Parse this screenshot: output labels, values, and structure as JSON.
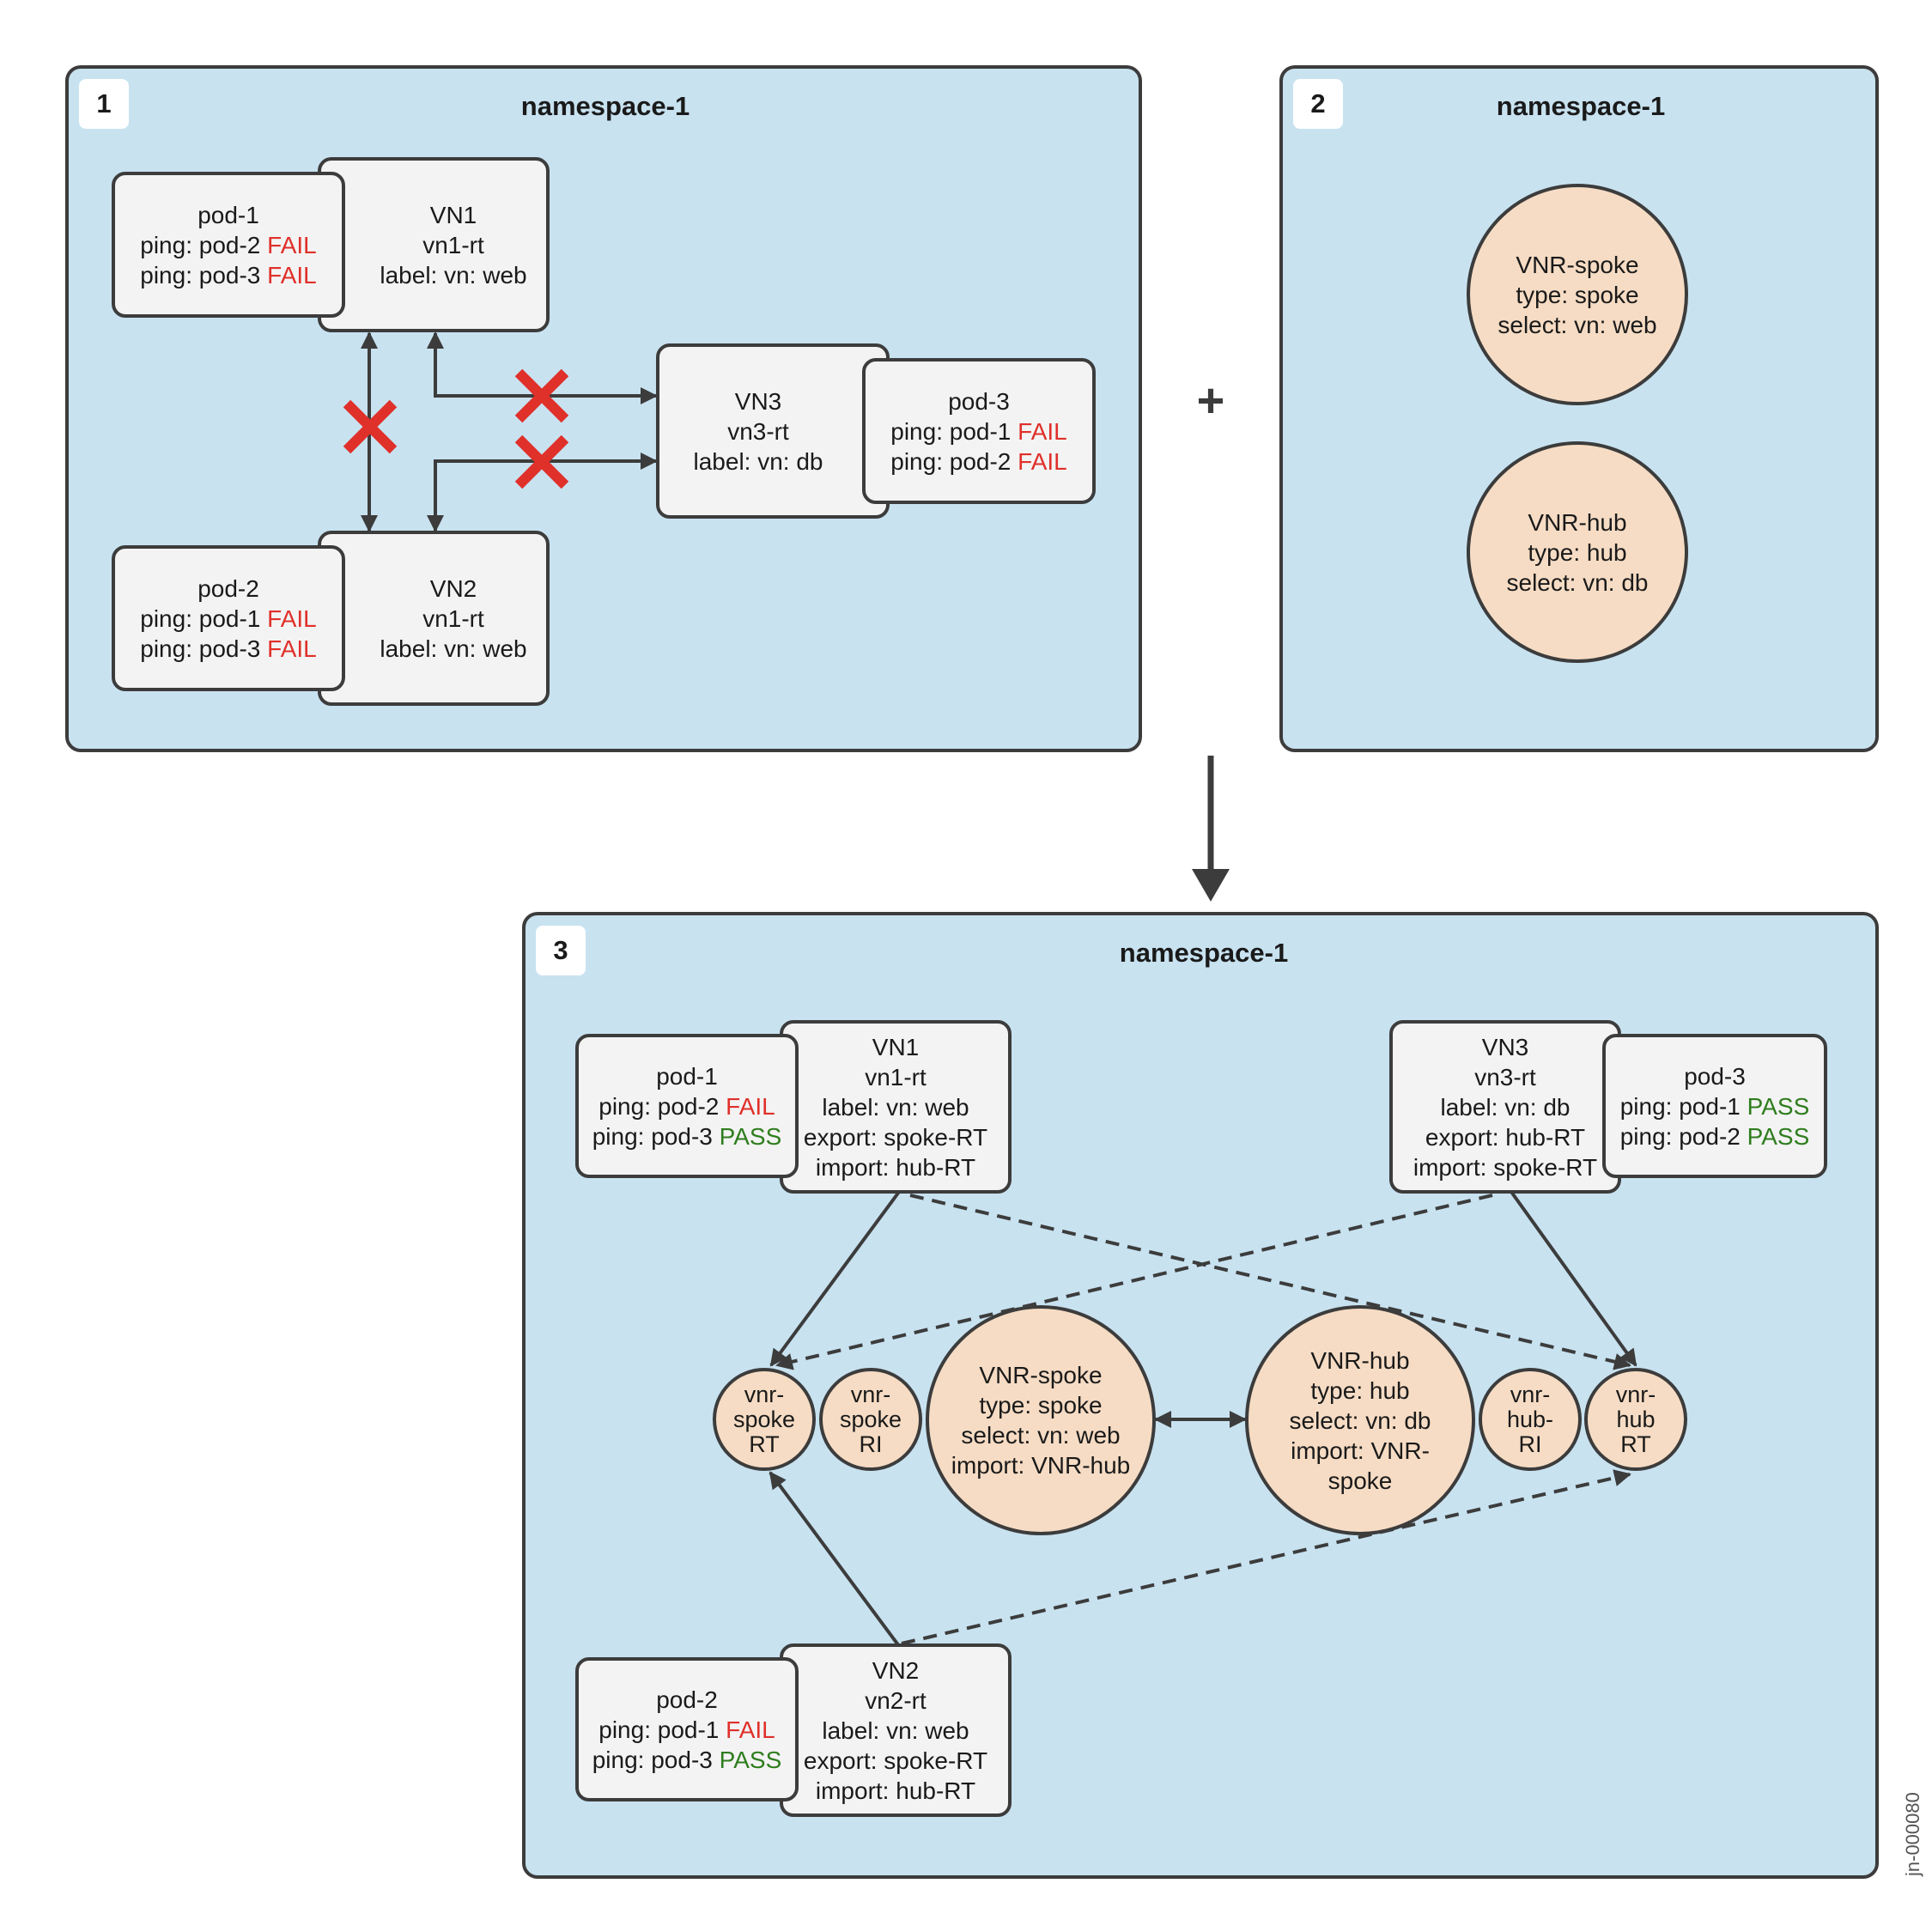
{
  "panels": [
    {
      "number": "1",
      "title": "namespace-1"
    },
    {
      "number": "2",
      "title": "namespace-1"
    },
    {
      "number": "3",
      "title": "namespace-1"
    }
  ],
  "panel1": {
    "pod1": {
      "title": "pod-1",
      "line1": "ping: pod-2 ",
      "status1": "FAIL",
      "line2": "ping: pod-3 ",
      "status2": "FAIL"
    },
    "pod2": {
      "title": "pod-2",
      "line1": "ping: pod-1 ",
      "status1": "FAIL",
      "line2": "ping: pod-3 ",
      "status2": "FAIL"
    },
    "pod3": {
      "title": "pod-3",
      "line1": "ping: pod-1 ",
      "status1": "FAIL",
      "line2": "ping: pod-2 ",
      "status2": "FAIL"
    },
    "vn1": {
      "name": "VN1",
      "rt": "vn1-rt",
      "label": "label: vn: web"
    },
    "vn2": {
      "name": "VN2",
      "rt": "vn1-rt",
      "label": "label: vn: web"
    },
    "vn3": {
      "name": "VN3",
      "rt": "vn3-rt",
      "label": "label: vn: db"
    }
  },
  "plus_sign": "+",
  "panel2": {
    "vnr_spoke": {
      "name": "VNR-spoke",
      "type": "type: spoke",
      "select": "select: vn: web"
    },
    "vnr_hub": {
      "name": "VNR-hub",
      "type": "type: hub",
      "select": "select: vn: db"
    }
  },
  "panel3": {
    "pod1": {
      "title": "pod-1",
      "line1": "ping: pod-2 ",
      "status1": "FAIL",
      "line2": "ping: pod-3 ",
      "status2": "PASS"
    },
    "pod2": {
      "title": "pod-2",
      "line1": "ping: pod-1 ",
      "status1": "FAIL",
      "line2": "ping: pod-3 ",
      "status2": "PASS"
    },
    "pod3": {
      "title": "pod-3",
      "line1": "ping: pod-1 ",
      "status1": "PASS",
      "line2": "ping: pod-2 ",
      "status2": "PASS"
    },
    "vn1": {
      "name": "VN1",
      "rt": "vn1-rt",
      "label": "label: vn: web",
      "export": "export: spoke-RT",
      "import": "import: hub-RT"
    },
    "vn2": {
      "name": "VN2",
      "rt": "vn2-rt",
      "label": "label: vn: web",
      "export": "export: spoke-RT",
      "import": "import: hub-RT"
    },
    "vn3": {
      "name": "VN3",
      "rt": "vn3-rt",
      "label": "label: vn: db",
      "export": "export: hub-RT",
      "import": "import: spoke-RT"
    },
    "vnr_spoke_rt": {
      "l1": "vnr-",
      "l2": "spoke",
      "l3": "RT"
    },
    "vnr_spoke_ri": {
      "l1": "vnr-",
      "l2": "spoke",
      "l3": "RI"
    },
    "vnr_hub_ri": {
      "l1": "vnr-",
      "l2": "hub-",
      "l3": "RI"
    },
    "vnr_hub_rt": {
      "l1": "vnr-",
      "l2": "hub",
      "l3": "RT"
    },
    "vnr_spoke": {
      "name": "VNR-spoke",
      "type": "type: spoke",
      "select": "select: vn: web",
      "import": "import: VNR-hub"
    },
    "vnr_hub": {
      "name": "VNR-hub",
      "type": "type: hub",
      "select": "select: vn: db",
      "import": "import: VNR-",
      "import_cont": "spoke"
    }
  },
  "figure_id": "jn-000080",
  "colors": {
    "panel": "#c8e2f0",
    "box": "#f3f3f3",
    "circle": "#f6dcc4",
    "fail": "#e0302a",
    "pass": "#2f7d1e",
    "cross": "#e0302a",
    "stroke": "#3c3c3c"
  }
}
